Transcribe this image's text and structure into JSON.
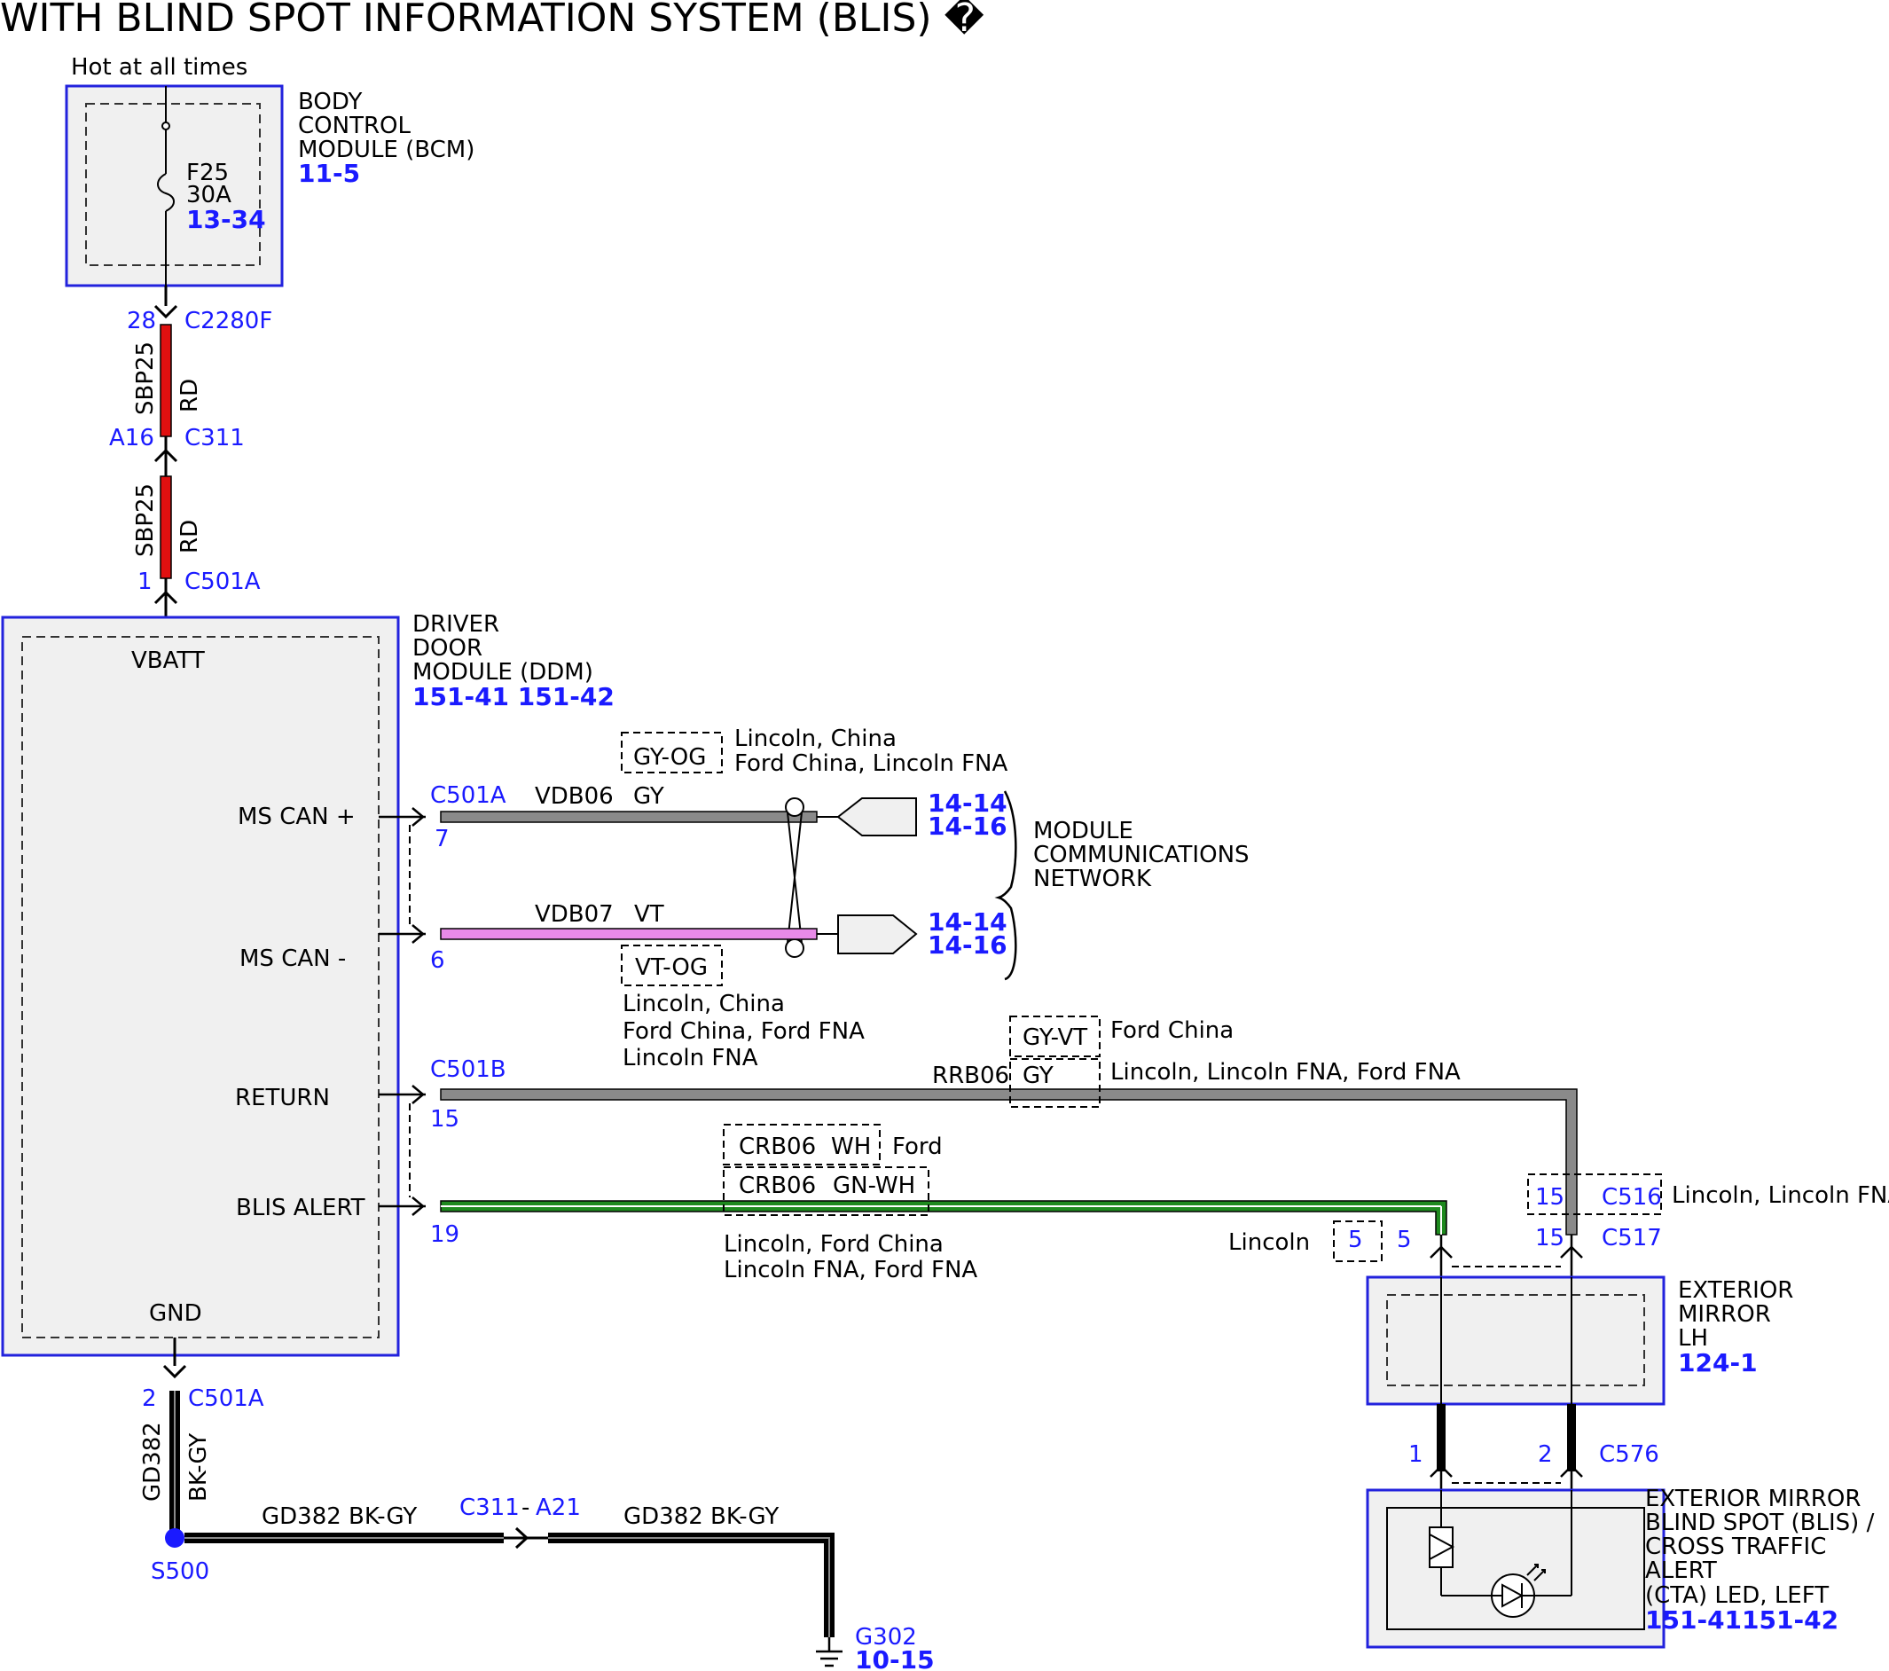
{
  "title": "WITH BLIND SPOT INFORMATION SYSTEM (BLIS) �",
  "power_source": "Hot at all times",
  "bcm": {
    "name_lines": [
      "BODY",
      "CONTROL",
      "MODULE (BCM)"
    ],
    "ref": "11-5",
    "fuse_name": "F25",
    "fuse_rating": "30A",
    "fuse_ref": "13-34"
  },
  "feed_circuit": {
    "pin_bcm": "28",
    "conn_bcm": "C2280F",
    "circuit": "SBP25",
    "color": "RD",
    "pin_inline": "A16",
    "conn_inline": "C311",
    "pin_ddm": "1",
    "conn_ddm": "C501A",
    "wire_color_hex": "#e01010"
  },
  "ddm": {
    "name_lines": [
      "DRIVER",
      "DOOR",
      "MODULE (DDM)"
    ],
    "refs": "151-41 151-42",
    "pins": {
      "vbatt": "VBATT",
      "ms_can_plus": "MS CAN +",
      "ms_can_minus": "MS CAN -",
      "return": "RETURN",
      "blis_alert": "BLIS ALERT",
      "gnd": "GND"
    }
  },
  "can_plus": {
    "conn": "C501A",
    "pin": "7",
    "circuit": "VDB06",
    "color": "GY",
    "alt_color": "GY-OG",
    "alt_note_lines": [
      "Lincoln, China",
      "Ford China, Lincoln FNA"
    ],
    "refs": [
      "14-14",
      "14-16"
    ],
    "wire_color_hex": "#8a8a8a"
  },
  "can_minus": {
    "pin": "6",
    "circuit": "VDB07",
    "color": "VT",
    "alt_color": "VT-OG",
    "alt_note_lines": [
      "Lincoln, China",
      "Ford China, Ford FNA",
      "Lincoln FNA"
    ],
    "refs": [
      "14-14",
      "14-16"
    ],
    "wire_color_hex": "#e88ae8"
  },
  "network_label_lines": [
    "MODULE",
    "COMMUNICATIONS",
    "NETWORK"
  ],
  "return_circuit": {
    "conn": "C501B",
    "pin": "15",
    "circuit": "RRB06",
    "alt_color": "GY-VT",
    "alt_note": "Ford China",
    "color": "GY",
    "note": "Lincoln, Lincoln FNA, Ford FNA",
    "wire_color_hex": "#8a8a8a"
  },
  "blis_alert_circuit": {
    "pin": "19",
    "opt1_circuit": "CRB06",
    "opt1_color": "WH",
    "opt1_note": "Ford",
    "opt2_circuit": "CRB06",
    "opt2_color": "GN-WH",
    "opt2_note_lines": [
      "Lincoln, Ford China",
      "Lincoln FNA, Ford FNA"
    ],
    "wire_color_hex": "#1f8a1f"
  },
  "mirror_connectors": {
    "lincoln_label": "Lincoln",
    "pin5_boxed": "5",
    "pin5": "5",
    "pin15_boxed": "15",
    "conn_boxed": "C516",
    "conn_boxed_note": "Lincoln, Lincoln FNA",
    "pin15": "15",
    "conn": "C517"
  },
  "mirror": {
    "name_lines": [
      "EXTERIOR",
      "MIRROR",
      "LH"
    ],
    "ref": "124-1"
  },
  "led_connector": {
    "pin1": "1",
    "pin2": "2",
    "conn": "C576"
  },
  "led": {
    "name_lines": [
      "EXTERIOR MIRROR",
      "BLIND SPOT (BLIS) /",
      "CROSS TRAFFIC",
      "ALERT",
      "(CTA) LED, LEFT"
    ],
    "refs": "151-41151-42"
  },
  "ground": {
    "pin": "2",
    "conn": "C501A",
    "circuit": "GD382",
    "color": "BK-GY",
    "splice": "S500",
    "wire_label": "GD382 BK-GY",
    "inline_conn": "C311",
    "inline_sep": "-",
    "inline_pin": "A21",
    "ground_point": "G302",
    "ground_ref": "10-15"
  },
  "colors": {
    "module_border": "#2222dd",
    "module_fill": "#f0f0f0",
    "splice_dot": "#1a1aff"
  }
}
